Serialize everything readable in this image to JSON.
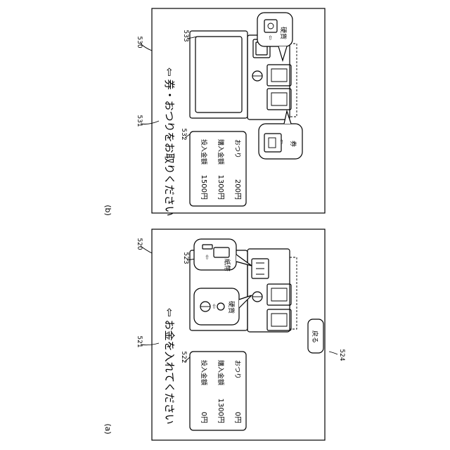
{
  "panel_a": {
    "label": "(a)",
    "ref_screen": "520",
    "ref_message": "521",
    "ref_amount_box": "522",
    "ref_slot_callouts": "523",
    "ref_back_button": "524",
    "message": "お金を入れてください",
    "rows": [
      {
        "label": "投入金額",
        "value": "0円"
      },
      {
        "label": "購入金額",
        "value": "1300円"
      },
      {
        "label": "おつり",
        "value": "0円"
      }
    ],
    "callout_coin": "硬貨",
    "callout_bill": "紙幣",
    "back_button": "戻る"
  },
  "panel_b": {
    "label": "(b)",
    "ref_screen": "530",
    "ref_message": "531",
    "ref_amount_box": "532",
    "ref_machine": "533",
    "message": "券・おつりをお取りください",
    "rows": [
      {
        "label": "投入金額",
        "value": "1500円"
      },
      {
        "label": "購入金額",
        "value": "1300円"
      },
      {
        "label": "おつり",
        "value": "200円"
      }
    ],
    "callout_coin": "硬貨",
    "callout_ticket": "券"
  },
  "arrow_glyph": "⇦"
}
